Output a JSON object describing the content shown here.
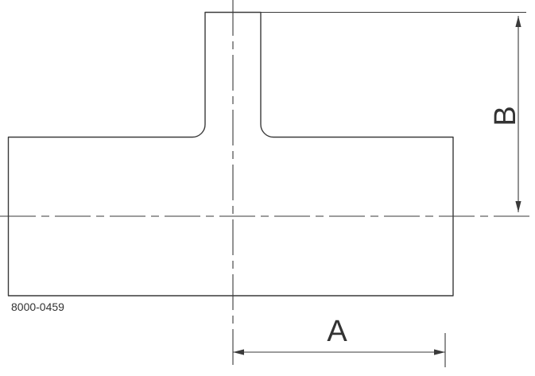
{
  "drawing": {
    "part_number": "8000-0459",
    "dimensions": {
      "a_label": "A",
      "b_label": "B"
    },
    "colors": {
      "line": "#3a3a3a",
      "background": "#ffffff"
    }
  }
}
